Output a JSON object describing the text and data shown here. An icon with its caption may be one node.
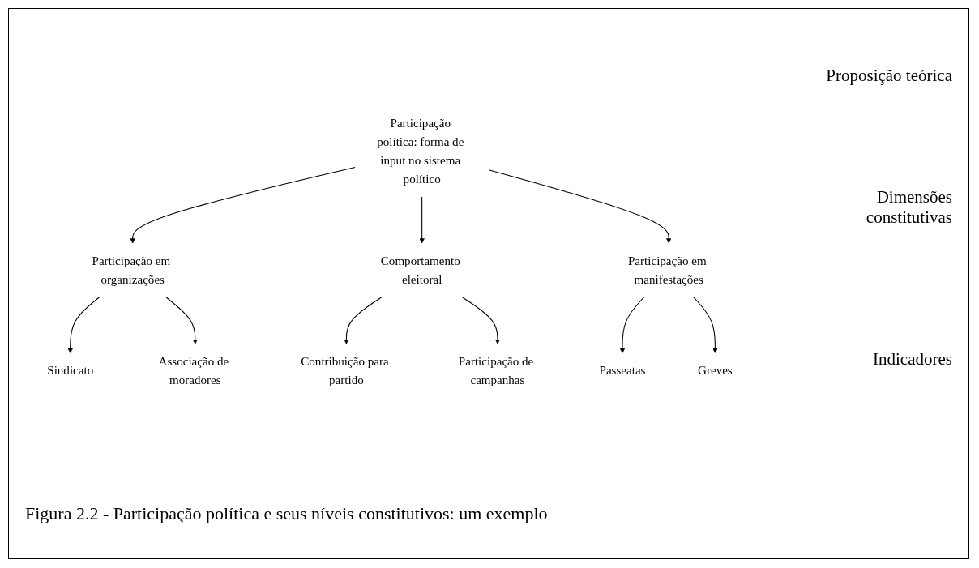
{
  "diagram": {
    "caption": "Figura 2.2 - Participação política e seus níveis constitutivos: um exemplo",
    "nodes": [
      {
        "text": [
          "Participação política: forma de input no sistema político"
        ]
      },
      {
        "text": [
          "Participação em organizações"
        ]
      },
      {
        "text": [
          "Comportamento eleitoral"
        ]
      },
      {
        "text": [
          "Participação em manifestações"
        ]
      },
      {
        "text": [
          "Sindicato"
        ]
      },
      {
        "text": [
          "Associação de moradores"
        ]
      },
      {
        "text": [
          "Contribuição para partido"
        ]
      },
      {
        "text": [
          "Participação de campanhas"
        ]
      },
      {
        "text": [
          "Passeatas"
        ]
      },
      {
        "text": [
          "Greves"
        ]
      }
    ],
    "edges": [
      {
        "from": 0,
        "to": 1,
        "arrow": "to"
      },
      {
        "from": 0,
        "to": 2,
        "arrow": "to"
      },
      {
        "from": 0,
        "to": 3,
        "arrow": "to"
      },
      {
        "from": 1,
        "to": 4,
        "arrow": "to"
      },
      {
        "from": 1,
        "to": 5,
        "arrow": "to"
      },
      {
        "from": 2,
        "to": 6,
        "arrow": "to"
      },
      {
        "from": 2,
        "to": 7,
        "arrow": "to"
      },
      {
        "from": 3,
        "to": 8,
        "arrow": "to"
      },
      {
        "from": 3,
        "to": 9,
        "arrow": "to"
      }
    ],
    "labels": [
      "Proposição teórica",
      "Dimensões constitutivas",
      "Indicadores"
    ]
  }
}
